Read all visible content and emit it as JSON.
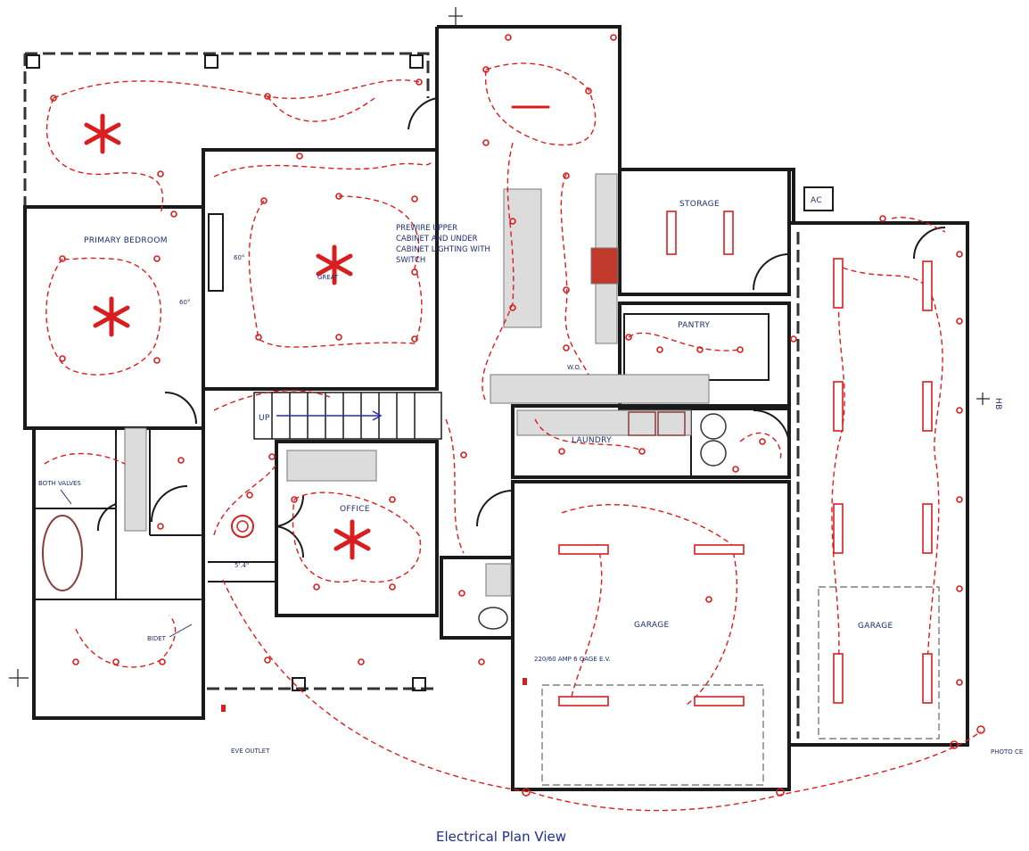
{
  "title": "Electrical Plan View",
  "rooms": {
    "primary_bedroom": "PRIMARY BEDROOM",
    "great": "GREAT",
    "storage": "STORAGE",
    "pantry": "PANTRY",
    "laundry": "LAUNDRY",
    "office": "OFFICE",
    "garage_main": "GARAGE",
    "garage_side": "GARAGE"
  },
  "notes": {
    "prewire_1": "PREWIRE UPPER",
    "prewire_2": "CABINET AND UNDER",
    "prewire_3": "CABINET LIGHTING WITH",
    "prewire_4": "SWITCH",
    "both_valves": "BOTH VALVES",
    "bidet": "BIDET",
    "ev_charger": "220/60 AMP 6 GAGE  E.V.",
    "eve_outlet": "EVE OUTLET",
    "photo_cell": "PHOTO CE",
    "wo": "W.O.",
    "ac": "AC",
    "hb": "HB",
    "up": "UP",
    "dim_offset": "5'.4\"",
    "angle_60a": "60°",
    "angle_60b": "60°"
  },
  "colors": {
    "wire": "#d81e1e",
    "wall": "#1a1a1a",
    "label": "#1f2d6e",
    "counter": "#dcdcdc"
  }
}
